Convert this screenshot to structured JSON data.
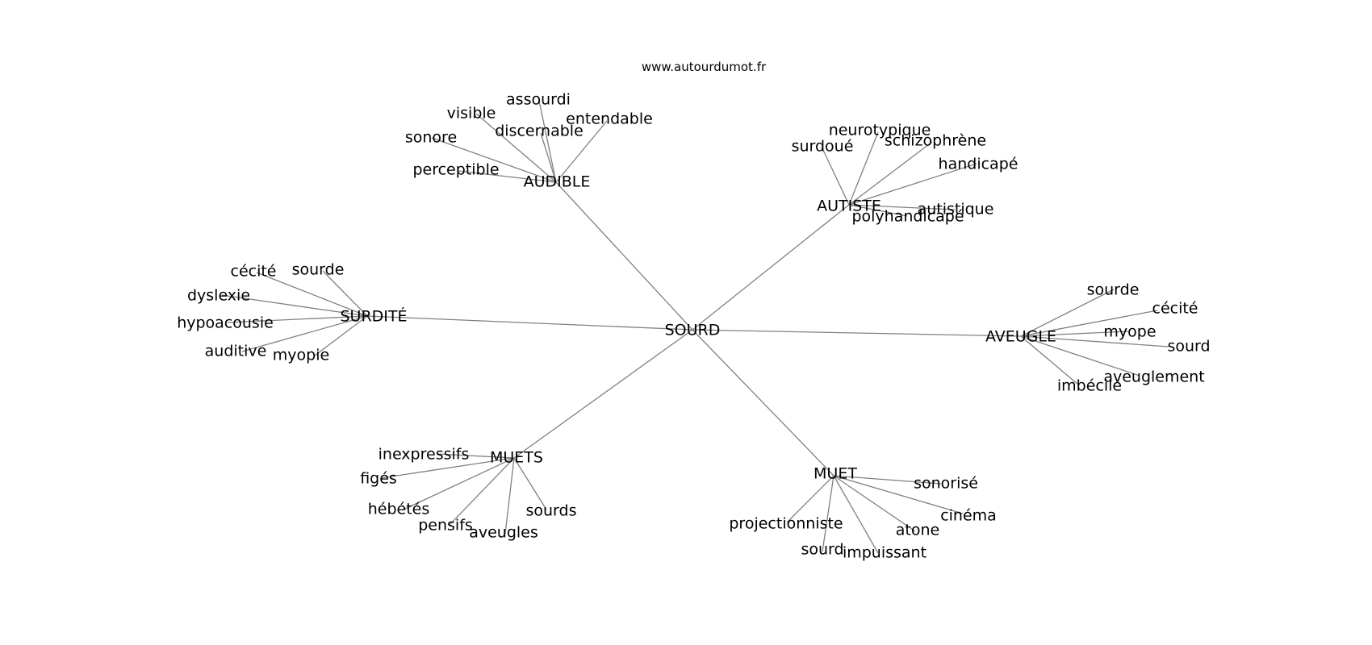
{
  "source": "www.autourdumot.fr",
  "center": "SOURD",
  "hubs": [
    {
      "key": "audible",
      "label": "AUDIBLE",
      "words": [
        "assourdi",
        "visible",
        "entendable",
        "discernable",
        "sonore",
        "perceptible"
      ]
    },
    {
      "key": "autiste",
      "label": "AUTISTE",
      "words": [
        "neurotypique",
        "surdoué",
        "schizophrène",
        "handicapé",
        "autistique",
        "polyhandicapé"
      ]
    },
    {
      "key": "surdite",
      "label": "SURDITÉ",
      "words": [
        "cécité",
        "sourde",
        "dyslexie",
        "hypoacousie",
        "auditive",
        "myopie"
      ]
    },
    {
      "key": "aveugle",
      "label": "AVEUGLE",
      "words": [
        "sourde",
        "cécité",
        "myope",
        "sourd",
        "aveuglement",
        "imbécile"
      ]
    },
    {
      "key": "muets",
      "label": "MUETS",
      "words": [
        "inexpressifs",
        "figés",
        "hébétés",
        "pensifs",
        "aveugles",
        "sourds"
      ]
    },
    {
      "key": "muet",
      "label": "MUET",
      "words": [
        "sonorisé",
        "cinéma",
        "projectionniste",
        "atone",
        "sourd",
        "impuissant"
      ]
    }
  ]
}
